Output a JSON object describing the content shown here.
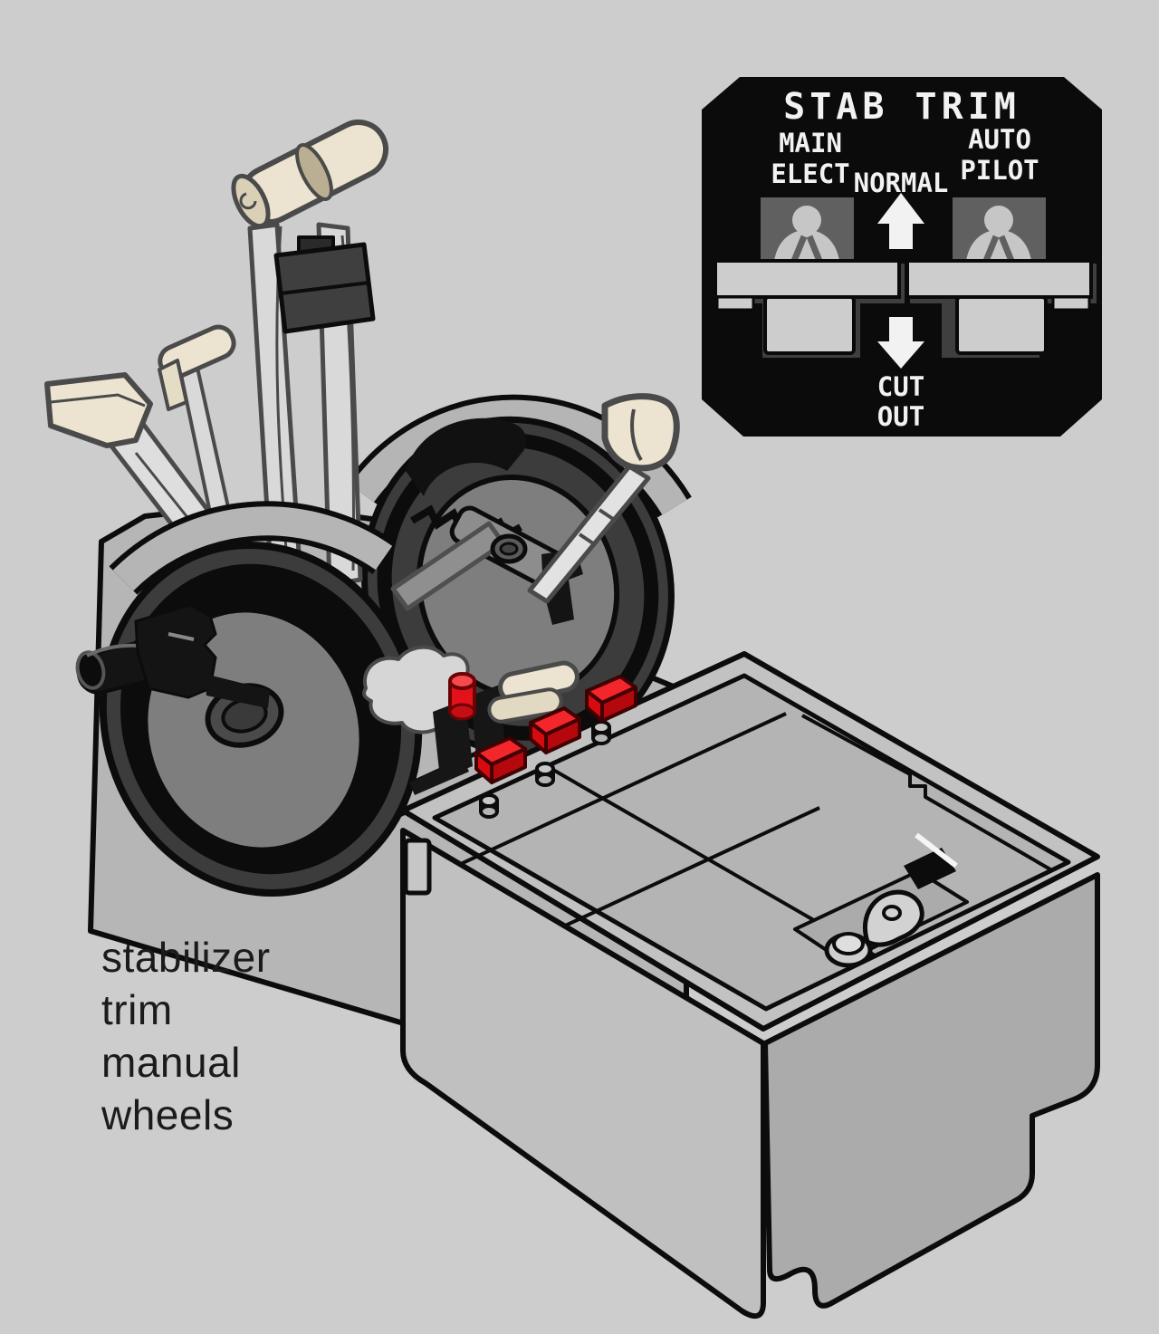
{
  "caption": {
    "lines": [
      "stabilizer",
      "trim",
      "manual",
      "wheels"
    ]
  },
  "stab_trim_panel": {
    "title": "STAB TRIM",
    "left_switch_label": "MAIN\nELECT",
    "normal_label": "NORMAL",
    "right_switch_label": "AUTO\nPILOT",
    "cutout_label": "CUT\nOUT",
    "colors": {
      "panel_bg": "#0b0b0b",
      "title_yellow": "#f0e52c",
      "label_white": "#f2f2f2",
      "guard_gray": "#cdcdcd",
      "window_gray": "#606060"
    }
  },
  "illustration": {
    "subject": "Boeing 737 control stand with stabilizer trim manual wheels and aft electronics panel",
    "colors": {
      "background": "#cdcdcd",
      "pedestal_gray": "#b6b6b6",
      "wheel_dark": "#3c3c3c",
      "wheel_disc": "#7e7e7e",
      "outline_black": "#0c0c0c",
      "handle_cream": "#ece4d0",
      "guard_red": "#e3121a",
      "aft_box_gray": "#b4b4b4"
    }
  }
}
